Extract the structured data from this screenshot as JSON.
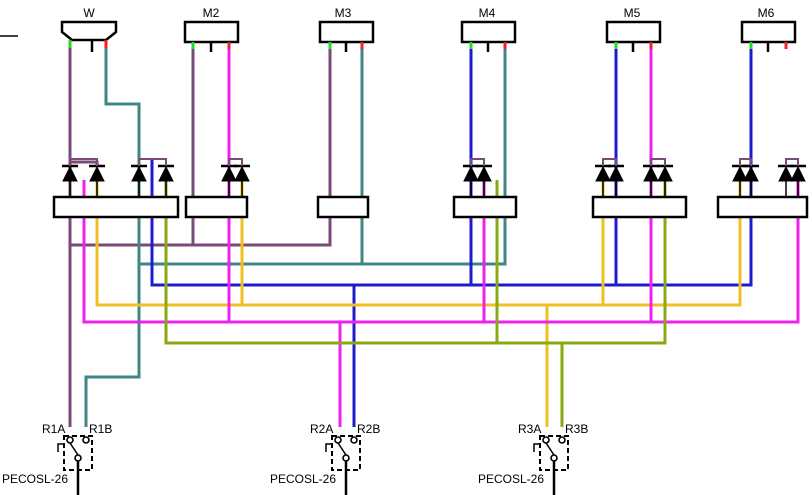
{
  "colors": {
    "purple": "#7a4b7a",
    "teal": "#3f8787",
    "blue": "#1c1ccc",
    "yellow": "#f0c020",
    "magenta": "#ee22ee",
    "olive": "#88aa11",
    "green_pin": "#22dd22",
    "red_pin": "#ee2222"
  },
  "connectors": [
    {
      "label": "W"
    },
    {
      "label": "M2"
    },
    {
      "label": "M3"
    },
    {
      "label": "M4"
    },
    {
      "label": "M5"
    },
    {
      "label": "M6"
    }
  ],
  "relays": [
    {
      "label_a": "R1A",
      "label_b": "R1B",
      "part": "PECOSL-26"
    },
    {
      "label_a": "R2A",
      "label_b": "R2B",
      "part": "PECOSL-26"
    },
    {
      "label_a": "R3A",
      "label_b": "R3B",
      "part": "PECOSL-26"
    }
  ]
}
